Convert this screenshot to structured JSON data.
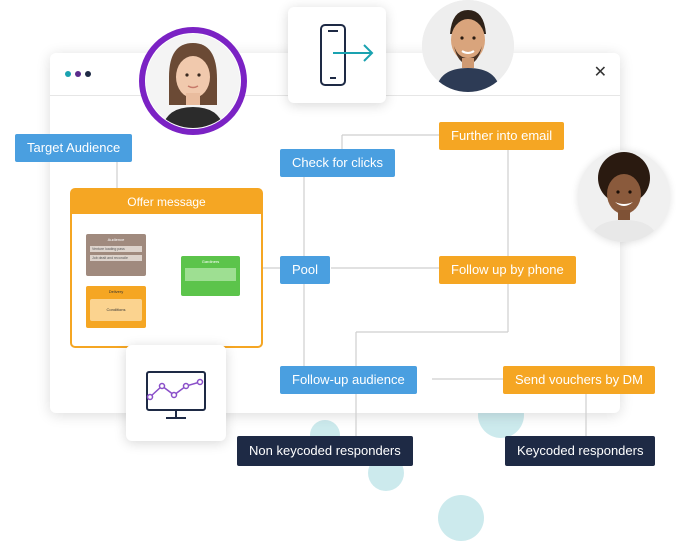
{
  "window": {
    "dots": [
      "#1aa2b0",
      "#5b2b8c",
      "#1e2a45"
    ],
    "close_glyph": "✕"
  },
  "diagram": {
    "target_audience": "Target Audience",
    "offer_message": "Offer message",
    "check_for_clicks": "Check for clicks",
    "further_into_email": "Further into email",
    "pool": "Pool",
    "follow_up_by_phone": "Follow up by phone",
    "follow_up_audience": "Follow-up audience",
    "send_vouchers_by_dm": "Send vouchers by DM",
    "non_keycoded_responders": "Non keycoded responders",
    "keycoded_responders": "Keycoded responders"
  },
  "mini_cards": {
    "brown_title": "Audience",
    "brown_rows": [
      "Venture loading pass",
      "Job dealt and reconcile"
    ],
    "orange_title": "Delivery",
    "orange_inner": "Conditions",
    "green_title": "Gardiners"
  },
  "icons": {
    "phone": "phone-arrow-icon",
    "monitor": "monitor-chart-icon"
  },
  "colors": {
    "blue": "#4a9fe0",
    "orange": "#f5a623",
    "dark": "#1e2a45",
    "purple_ring": "#7b22c4",
    "teal": "#1aa2b0"
  }
}
